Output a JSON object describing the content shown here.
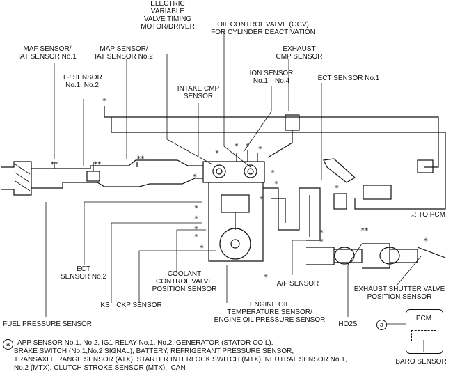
{
  "labels": {
    "ovtm": "ELECTRIC\nVARIABLE\nVALVE TIMING\nMOTOR/DRIVER",
    "ocv": "OIL CONTROL VALVE (OCV)\nFOR CYLINDER DEACTIVATION",
    "maf": "MAF SENSOR/\nIAT SENSOR No.1",
    "map": "MAP SENSOR/\nIAT SENSOR No.2",
    "exhaust_cmp": "EXHAUST\nCMP SENSOR",
    "tp": "TP SENSOR\nNo.1, No.2",
    "ion": "ION SENSOR\nNo.1—No.4",
    "ect1": "ECT SENSOR No.1",
    "intake_cmp": "INTAKE CMP\nSENSOR",
    "to_pcm": "⁎: TO PCM",
    "ect2": "ECT\nSENSOR No.2",
    "coolant_valve": "COOLANT\nCONTROL VALVE\nPOSITION SENSOR",
    "af": "A/F SENSOR",
    "exhaust_shutter": "EXHAUST SHUTTER VALVE\nPOSITION SENSOR",
    "ks": "KS",
    "ckp": "CKP SENSOR",
    "engine_oil": "ENGINE OIL\nTEMPERATURE SENSOR/\nENGINE OIL PRESSURE SENSOR",
    "fuel_pressure": "FUEL PRESSURE SENSOR",
    "ho2s": "HO2S",
    "pcm": "PCM",
    "baro": "BARO SENSOR",
    "circle_a": "a"
  },
  "footnote": {
    "marker": "a",
    "text": ": APP SENSOR No.1, No.2, IG1 RELAY No.1, No.2, GENERATOR (STATOR COIL),\nBRAKE SWITCH (No.1,No.2 SIGNAL), BATTERY, REFRIGERANT PRESSURE SENSOR,\nTRANSAXLE RANGE SENSOR (ATX), STARTER INTERLOCK SWITCH (MTX), NEUTRAL SENSOR No.1,\nNo.2 (MTX), CLUTCH STROKE SENSOR (MTX),  CAN"
  },
  "asterisk": "⁎"
}
